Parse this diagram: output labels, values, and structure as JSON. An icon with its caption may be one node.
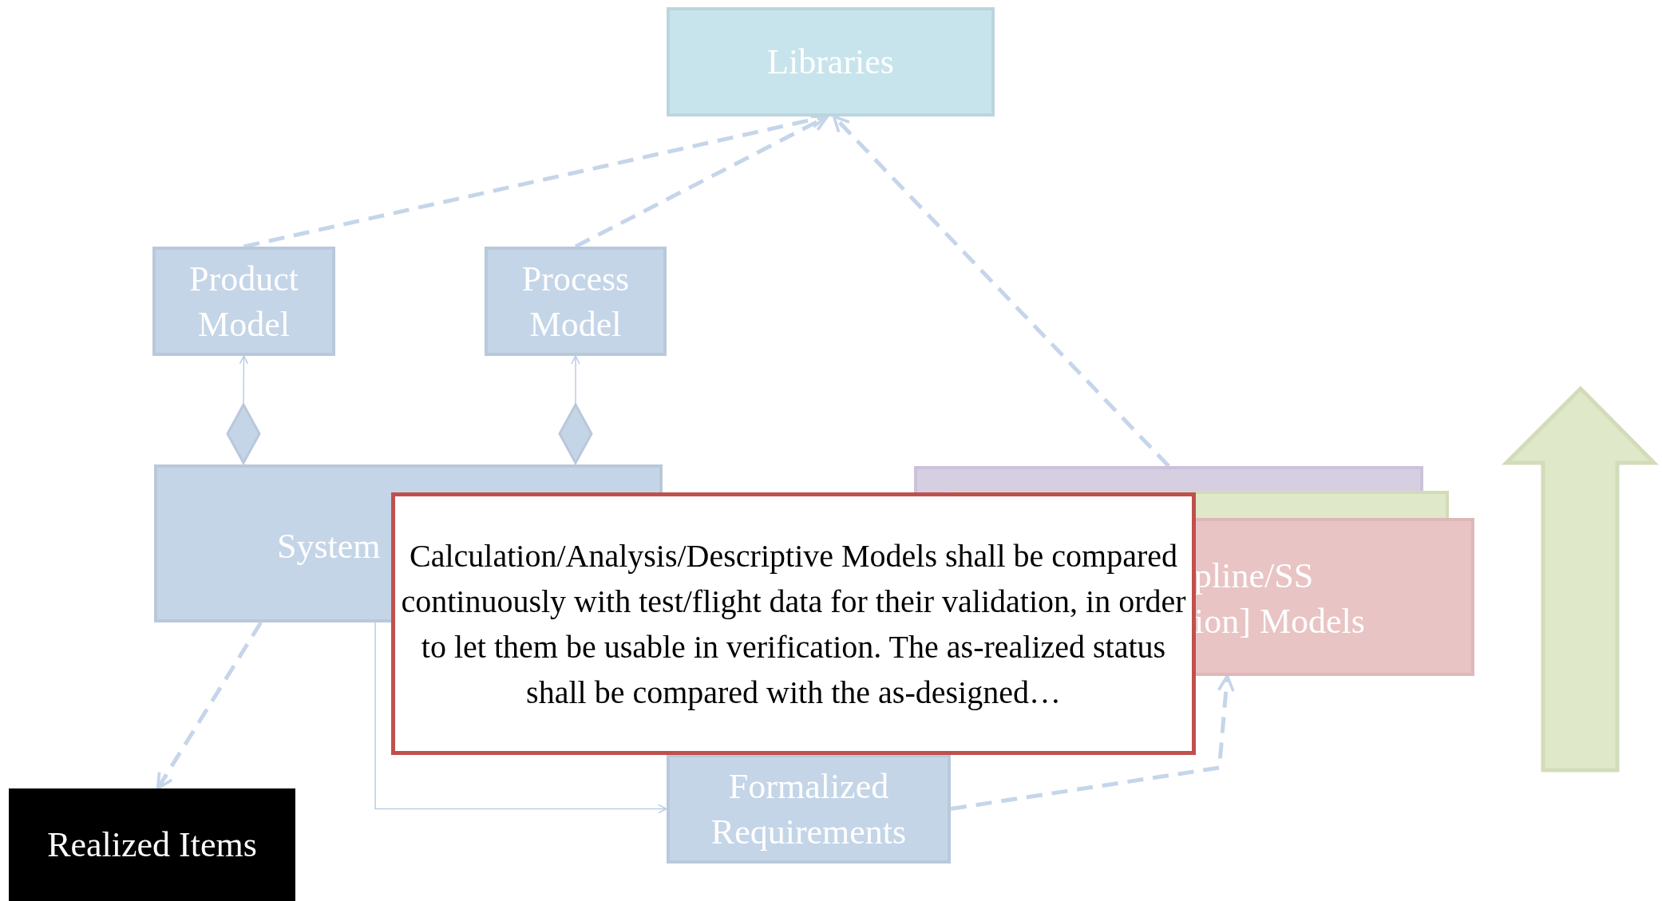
{
  "diagram": {
    "nodes": [
      {
        "text": [
          "Libraries"
        ]
      },
      {
        "text": [
          "Product Model"
        ]
      },
      {
        "text": [
          "Process Model"
        ]
      },
      {
        "text": [],
        "shape": "diamond"
      },
      {
        "text": [],
        "shape": "diamond"
      },
      {
        "text": [
          "System"
        ]
      },
      {
        "text": [],
        "shape": "box"
      },
      {
        "text": [],
        "shape": "box"
      },
      {
        "text": [
          "pline/SS ion] Models"
        ]
      },
      {
        "text": [
          "Calculation/Analysis/Descriptive Models shall be compared continuously with test/flight data for their validation, in order to let them be usable in verification. The as-realized status shall be compared with the as-designed…"
        ]
      },
      {
        "text": [
          "Formalized Requirements"
        ]
      },
      {
        "text": [
          "Realized Items"
        ]
      }
    ],
    "edges": [
      {
        "from": 1,
        "to": 0,
        "arrow": "to",
        "style": "dashed"
      },
      {
        "from": 2,
        "to": 0,
        "arrow": "to",
        "style": "dashed"
      },
      {
        "from": 6,
        "to": 0,
        "arrow": "to",
        "style": "dashed"
      },
      {
        "from": 3,
        "to": 1,
        "arrow": "to"
      },
      {
        "from": 4,
        "to": 2,
        "arrow": "to"
      },
      {
        "from": 5,
        "to": 11,
        "arrow": "to",
        "style": "dashed"
      },
      {
        "from": 5,
        "to": 10,
        "arrow": "to"
      },
      {
        "from": 10,
        "to": 8,
        "arrow": "to",
        "style": "dashed"
      }
    ]
  }
}
